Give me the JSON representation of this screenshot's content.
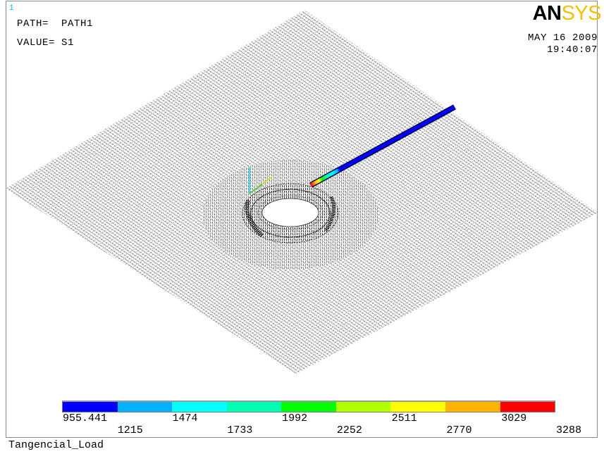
{
  "window": {
    "number": "1",
    "path": "PATH=  PATH1",
    "value": "VALUE= S1",
    "date": "MAY 16 2009",
    "time": "19:40:07",
    "title": "Tangencial_Load"
  },
  "logo": {
    "an": "AN",
    "sys": "SYS"
  },
  "colors": {
    "background": "#ffffff",
    "mesh": "#1a1a1a",
    "path_line": "#0000ff",
    "logo_an": "#000000",
    "logo_sys": "#f2c200",
    "window_number": "#00c8ff"
  },
  "legend": {
    "colors": [
      "#0000ff",
      "#00b2ff",
      "#00ffff",
      "#00ffb2",
      "#00ff00",
      "#b2ff00",
      "#ffff00",
      "#ffb200",
      "#ff0000"
    ],
    "levels": [
      "955.441",
      "1215",
      "1474",
      "1733",
      "1992",
      "2252",
      "2511",
      "2770",
      "3029",
      "3288"
    ]
  }
}
